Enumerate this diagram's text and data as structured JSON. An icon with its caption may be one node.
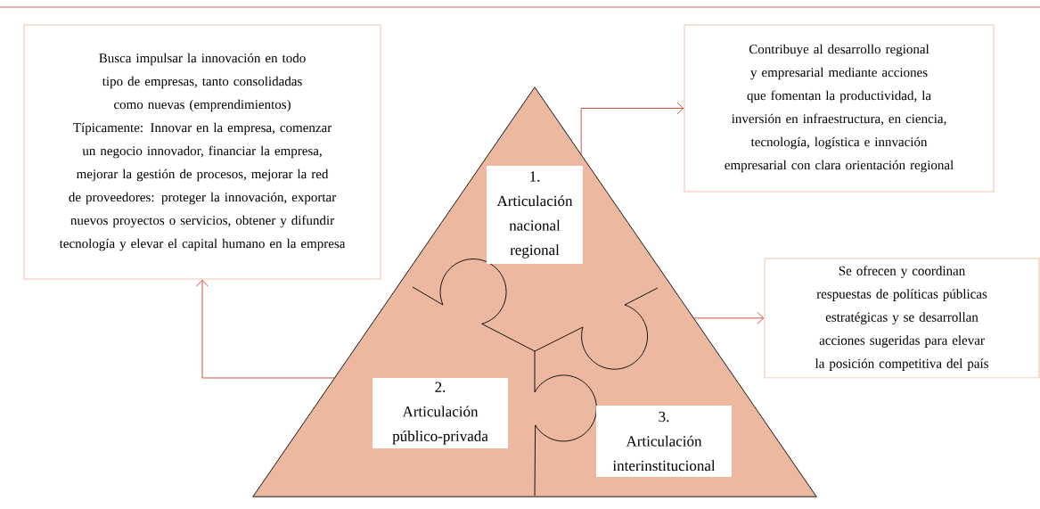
{
  "diagram": {
    "nodes": [
      {
        "text": [
          "Busca impulsar la innovación en todo tipo de empresas, tanto consolidadas como nuevas (emprendimientos)",
          "Típicamente: Innovar en la empresa, comenzar un negocio innovador, financiar la empresa, mejorar la gestión de procesos, mejorar la red de proveedores: proteger la innovación, exportar nuevos proyectos o servicios, obtener y difundir tecnología y elevar el capital humano en la empresa"
        ]
      },
      {
        "text": [
          "Contribuye al desarrollo regional y empresarial mediante acciones que fomentan la productividad, la inversión en infraestructura, en ciencia, tecnología, logística e innvación empresarial con clara orientación regional"
        ]
      },
      {
        "text": [
          "Se ofrecen y coordinan respuestas de políticas públicas estratégicas y se desarrollan acciones sugeridas para elevar la posición competitiva del país"
        ]
      },
      {
        "text": [],
        "shape": "triangle"
      },
      {
        "text": [
          "1.",
          "Articulación nacional regional"
        ],
        "in": 3
      },
      {
        "text": [
          "2.",
          "Articulación público-privada"
        ],
        "in": 3
      },
      {
        "text": [
          "3.",
          "Articulación interinstitucional"
        ],
        "in": 3
      }
    ],
    "edges": [
      {
        "from": 3,
        "to": 1,
        "arrow": "to"
      },
      {
        "from": 3,
        "to": 2,
        "arrow": "to"
      },
      {
        "from": 3,
        "to": 0,
        "arrow": "to"
      }
    ]
  }
}
